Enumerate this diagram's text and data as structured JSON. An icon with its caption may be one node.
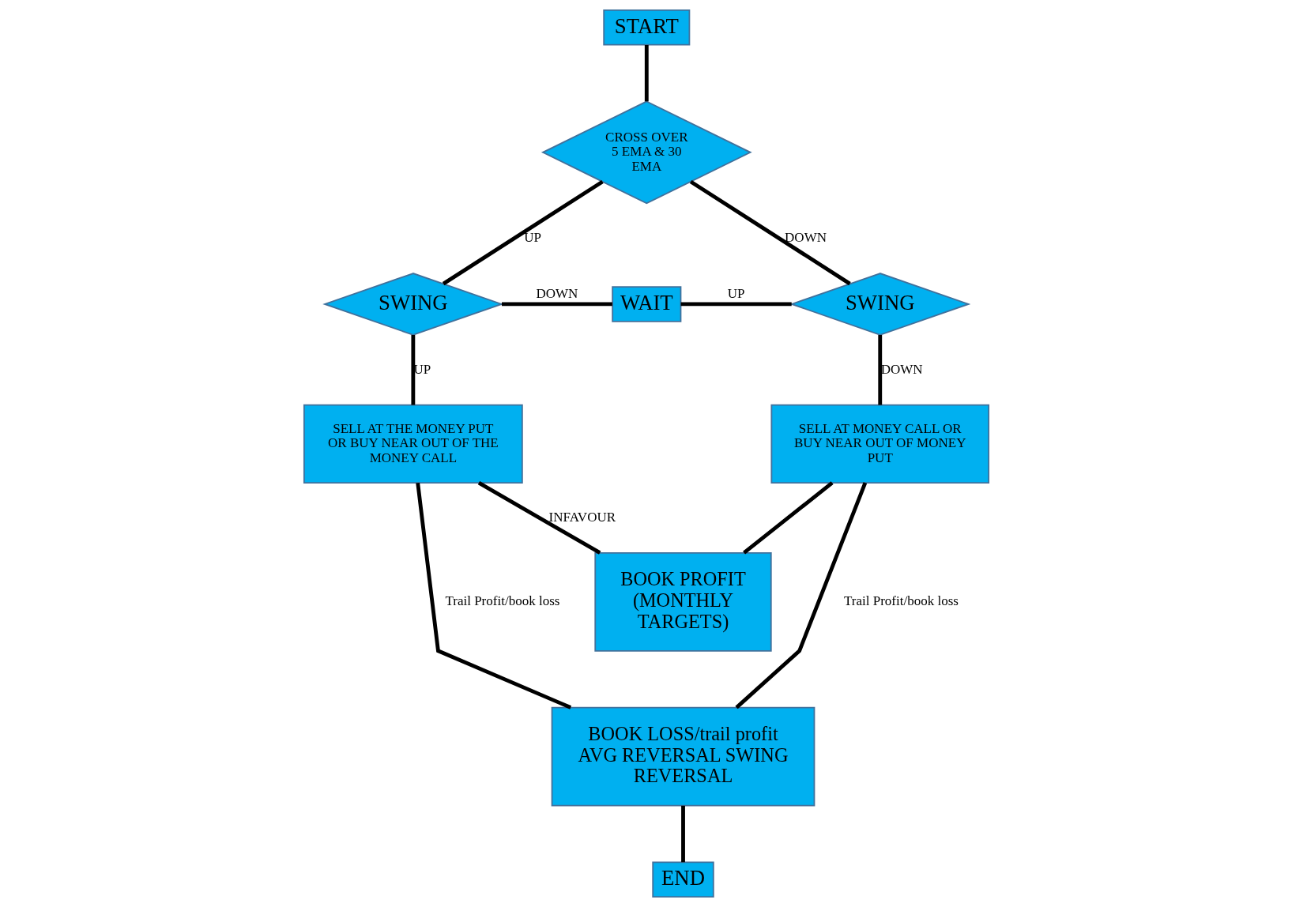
{
  "diagram": {
    "nodes": [
      {
        "text": [
          "START"
        ]
      },
      {
        "text": [
          "CROSS OVER 5 EMA & 30 EMA"
        ]
      },
      {
        "text": [
          "SWING"
        ]
      },
      {
        "text": [
          "WAIT"
        ]
      },
      {
        "text": [
          "SWING"
        ]
      },
      {
        "text": [
          "SELL AT THE MONEY PUT OR BUY NEAR OUT OF THE MONEY CALL"
        ]
      },
      {
        "text": [
          "SELL AT MONEY CALL OR BUY NEAR OUT OF MONEY PUT"
        ]
      },
      {
        "text": [
          "BOOK PROFIT (MONTHLY TARGETS)"
        ]
      },
      {
        "text": [
          "BOOK LOSS/trail profit AVG REVERSAL SWING REVERSAL"
        ]
      },
      {
        "text": [
          "END"
        ]
      }
    ],
    "edges": [
      {
        "from": 0,
        "to": 1,
        "arrow": "none"
      },
      {
        "from": 1,
        "to": 2,
        "arrow": "none",
        "label": "UP"
      },
      {
        "from": 1,
        "to": 4,
        "arrow": "none",
        "label": "DOWN"
      },
      {
        "from": 2,
        "to": 3,
        "arrow": "none",
        "label": "DOWN"
      },
      {
        "from": 3,
        "to": 4,
        "arrow": "none",
        "label": "UP"
      },
      {
        "from": 2,
        "to": 5,
        "arrow": "none",
        "label": "UP"
      },
      {
        "from": 4,
        "to": 6,
        "arrow": "none",
        "label": "DOWN"
      },
      {
        "from": 5,
        "to": 7,
        "arrow": "none",
        "label": "INFAVOUR"
      },
      {
        "from": 6,
        "to": 7,
        "arrow": "none"
      },
      {
        "from": 5,
        "to": 8,
        "arrow": "none",
        "label": "Trail Profit/book loss"
      },
      {
        "from": 6,
        "to": 8,
        "arrow": "none",
        "label": "Trail Profit/book loss"
      },
      {
        "from": 8,
        "to": 9,
        "arrow": "none"
      }
    ]
  }
}
